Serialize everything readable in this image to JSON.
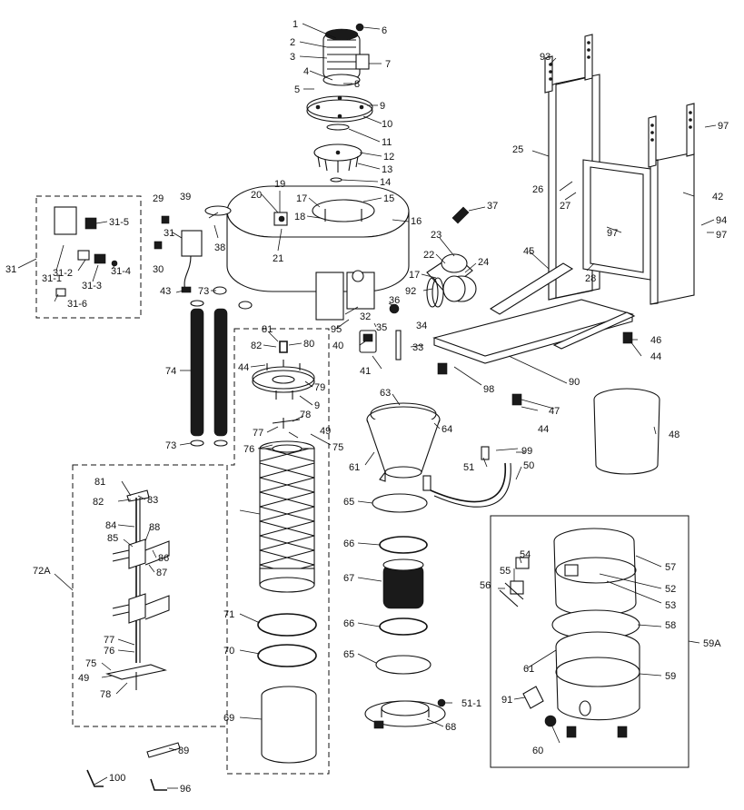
{
  "diagram": {
    "labels": [
      {
        "id": "p1",
        "text": "1"
      },
      {
        "id": "p2",
        "text": "2"
      },
      {
        "id": "p3",
        "text": "3"
      },
      {
        "id": "p4",
        "text": "4"
      },
      {
        "id": "p5",
        "text": "5"
      },
      {
        "id": "p6",
        "text": "6"
      },
      {
        "id": "p7",
        "text": "7"
      },
      {
        "id": "p8",
        "text": "8"
      },
      {
        "id": "p9a",
        "text": "9"
      },
      {
        "id": "p10",
        "text": "10"
      },
      {
        "id": "p11",
        "text": "11"
      },
      {
        "id": "p12",
        "text": "12"
      },
      {
        "id": "p13",
        "text": "13"
      },
      {
        "id": "p14",
        "text": "14"
      },
      {
        "id": "p15",
        "text": "15"
      },
      {
        "id": "p16",
        "text": "16"
      },
      {
        "id": "p17a",
        "text": "17"
      },
      {
        "id": "p17b",
        "text": "17"
      },
      {
        "id": "p18",
        "text": "18"
      },
      {
        "id": "p19",
        "text": "19"
      },
      {
        "id": "p20",
        "text": "20"
      },
      {
        "id": "p21",
        "text": "21"
      },
      {
        "id": "p22",
        "text": "22"
      },
      {
        "id": "p23",
        "text": "23"
      },
      {
        "id": "p24",
        "text": "24"
      },
      {
        "id": "p25",
        "text": "25"
      },
      {
        "id": "p26",
        "text": "26"
      },
      {
        "id": "p27",
        "text": "27"
      },
      {
        "id": "p28",
        "text": "28"
      },
      {
        "id": "p29",
        "text": "29"
      },
      {
        "id": "p30",
        "text": "30"
      },
      {
        "id": "p31a",
        "text": "31"
      },
      {
        "id": "p31b",
        "text": "31"
      },
      {
        "id": "p31-1",
        "text": "31-1"
      },
      {
        "id": "p31-2",
        "text": "31-2"
      },
      {
        "id": "p31-3",
        "text": "31-3"
      },
      {
        "id": "p31-4",
        "text": "31-4"
      },
      {
        "id": "p31-5",
        "text": "31-5"
      },
      {
        "id": "p31-6",
        "text": "31-6"
      },
      {
        "id": "p32",
        "text": "32"
      },
      {
        "id": "p33",
        "text": "33"
      },
      {
        "id": "p34",
        "text": "34"
      },
      {
        "id": "p35",
        "text": "35"
      },
      {
        "id": "p36",
        "text": "36"
      },
      {
        "id": "p37",
        "text": "37"
      },
      {
        "id": "p38",
        "text": "38"
      },
      {
        "id": "p39",
        "text": "39"
      },
      {
        "id": "p40",
        "text": "40"
      },
      {
        "id": "p41",
        "text": "41"
      },
      {
        "id": "p42",
        "text": "42"
      },
      {
        "id": "p43",
        "text": "43"
      },
      {
        "id": "p44a",
        "text": "44"
      },
      {
        "id": "p44b",
        "text": "44"
      },
      {
        "id": "p44c",
        "text": "44"
      },
      {
        "id": "p45",
        "text": "45"
      },
      {
        "id": "p46",
        "text": "46"
      },
      {
        "id": "p47",
        "text": "47"
      },
      {
        "id": "p48",
        "text": "48"
      },
      {
        "id": "p49a",
        "text": "49"
      },
      {
        "id": "p49b",
        "text": "49"
      },
      {
        "id": "p50",
        "text": "50"
      },
      {
        "id": "p51",
        "text": "51"
      },
      {
        "id": "p51-1",
        "text": "51-1"
      },
      {
        "id": "p52",
        "text": "52"
      },
      {
        "id": "p53",
        "text": "53"
      },
      {
        "id": "p54",
        "text": "54"
      },
      {
        "id": "p55",
        "text": "55"
      },
      {
        "id": "p56",
        "text": "56"
      },
      {
        "id": "p57",
        "text": "57"
      },
      {
        "id": "p58",
        "text": "58"
      },
      {
        "id": "p59",
        "text": "59"
      },
      {
        "id": "p59A",
        "text": "59A"
      },
      {
        "id": "p60",
        "text": "60"
      },
      {
        "id": "p61a",
        "text": "61"
      },
      {
        "id": "p61b",
        "text": "61"
      },
      {
        "id": "p63",
        "text": "63"
      },
      {
        "id": "p64",
        "text": "64"
      },
      {
        "id": "p65a",
        "text": "65"
      },
      {
        "id": "p65b",
        "text": "65"
      },
      {
        "id": "p66a",
        "text": "66"
      },
      {
        "id": "p66b",
        "text": "66"
      },
      {
        "id": "p67",
        "text": "67"
      },
      {
        "id": "p68",
        "text": "68"
      },
      {
        "id": "p69",
        "text": "69"
      },
      {
        "id": "p70",
        "text": "70"
      },
      {
        "id": "p71",
        "text": "71"
      },
      {
        "id": "p72A",
        "text": "72A"
      },
      {
        "id": "p73a",
        "text": "73"
      },
      {
        "id": "p73b",
        "text": "73"
      },
      {
        "id": "p74",
        "text": "74"
      },
      {
        "id": "p75a",
        "text": "75"
      },
      {
        "id": "p75b",
        "text": "75"
      },
      {
        "id": "p76a",
        "text": "76"
      },
      {
        "id": "p76b",
        "text": "76"
      },
      {
        "id": "p77a",
        "text": "77"
      },
      {
        "id": "p77b",
        "text": "77"
      },
      {
        "id": "p78a",
        "text": "78"
      },
      {
        "id": "p78b",
        "text": "78"
      },
      {
        "id": "p79",
        "text": "79"
      },
      {
        "id": "p80",
        "text": "80"
      },
      {
        "id": "p81a",
        "text": "81"
      },
      {
        "id": "p81b",
        "text": "81"
      },
      {
        "id": "p82a",
        "text": "82"
      },
      {
        "id": "p82b",
        "text": "82"
      },
      {
        "id": "p83",
        "text": "83"
      },
      {
        "id": "p84",
        "text": "84"
      },
      {
        "id": "p85",
        "text": "85"
      },
      {
        "id": "p86",
        "text": "86"
      },
      {
        "id": "p87",
        "text": "87"
      },
      {
        "id": "p88",
        "text": "88"
      },
      {
        "id": "p89",
        "text": "89"
      },
      {
        "id": "p9b",
        "text": "9"
      },
      {
        "id": "p90",
        "text": "90"
      },
      {
        "id": "p91",
        "text": "91"
      },
      {
        "id": "p92",
        "text": "92"
      },
      {
        "id": "p93",
        "text": "93"
      },
      {
        "id": "p94",
        "text": "94"
      },
      {
        "id": "p95",
        "text": "95"
      },
      {
        "id": "p96",
        "text": "96"
      },
      {
        "id": "p97a",
        "text": "97"
      },
      {
        "id": "p97b",
        "text": "97"
      },
      {
        "id": "p97c",
        "text": "97"
      },
      {
        "id": "p98",
        "text": "98"
      },
      {
        "id": "p99",
        "text": "99"
      },
      {
        "id": "p100",
        "text": "100"
      }
    ]
  }
}
